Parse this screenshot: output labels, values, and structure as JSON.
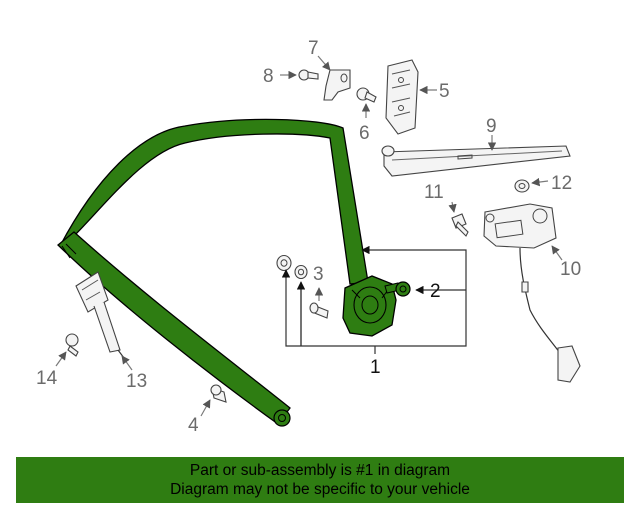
{
  "diagram": {
    "callouts": {
      "c1": "1",
      "c2": "2",
      "c3": "3",
      "c4": "4",
      "c5": "5",
      "c6": "6",
      "c7": "7",
      "c8": "8",
      "c9": "9",
      "c10": "10",
      "c11": "11",
      "c12": "12",
      "c13": "13",
      "c14": "14"
    },
    "colors": {
      "belt": "#2e7d12",
      "banner": "#2f7d12",
      "highlight_outline": "#000000"
    }
  },
  "banner": {
    "line1": "Part or sub-assembly is #1 in diagram",
    "line2": "Diagram may not be specific to your vehicle"
  }
}
